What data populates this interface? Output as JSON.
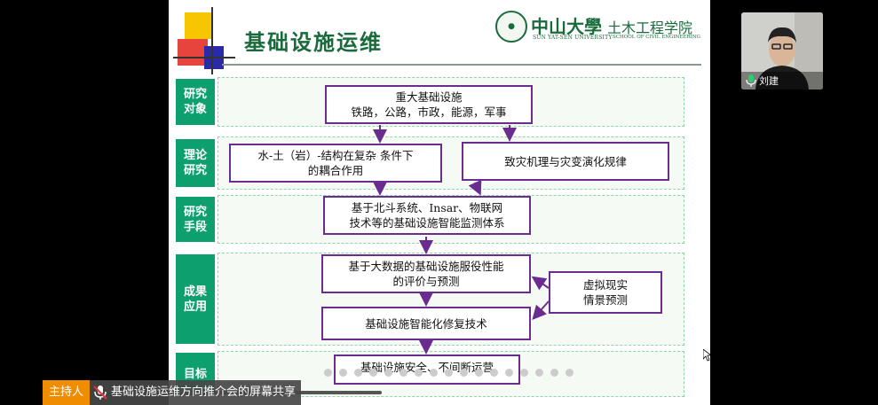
{
  "slide": {
    "title": "基础设施运维",
    "logo": {
      "university_cn": "中山大學",
      "school_cn": "土木工程学院",
      "university_en": "SUN YAT-SEN UNIVERSITY",
      "school_en": "SCHOOL OF CIVIL ENGINEERING"
    },
    "rows": [
      {
        "label": "研究\n对象"
      },
      {
        "label": "理论\n研究"
      },
      {
        "label": "研究\n手段"
      },
      {
        "label": "成果\n应用"
      },
      {
        "label": "目标"
      }
    ],
    "boxes": {
      "object_l1": "重大基础设施",
      "object_l2": "铁路，公路，市政，能源，军事",
      "theory_left_l1": "水-土（岩）-结构在复杂 条件下",
      "theory_left_l2": "的耦合作用",
      "theory_right": "致灾机理与灾变演化规律",
      "method_l1": "基于北斗系统、Insar、物联网",
      "method_l2": "技术等的基础设施智能监测体系",
      "app_eval_l1": "基于大数据的基础设施服役性能",
      "app_eval_l2": "的评价与预测",
      "app_repair": "基础设施智能化修复技术",
      "vr_l1": "虚拟现实",
      "vr_l2": "情景预测",
      "goal": "基础设施安全、不间断运营"
    }
  },
  "presenter_bar": {
    "role": "主持人",
    "text": "基础设施运维方向推介会的屏幕共享"
  },
  "participant": {
    "name": "刘建"
  },
  "colors": {
    "label_green": "#0e9f6e",
    "box_border": "#6a2c8e",
    "title_green": "#1a6b3c",
    "presenter_orange": "#f08c00"
  }
}
